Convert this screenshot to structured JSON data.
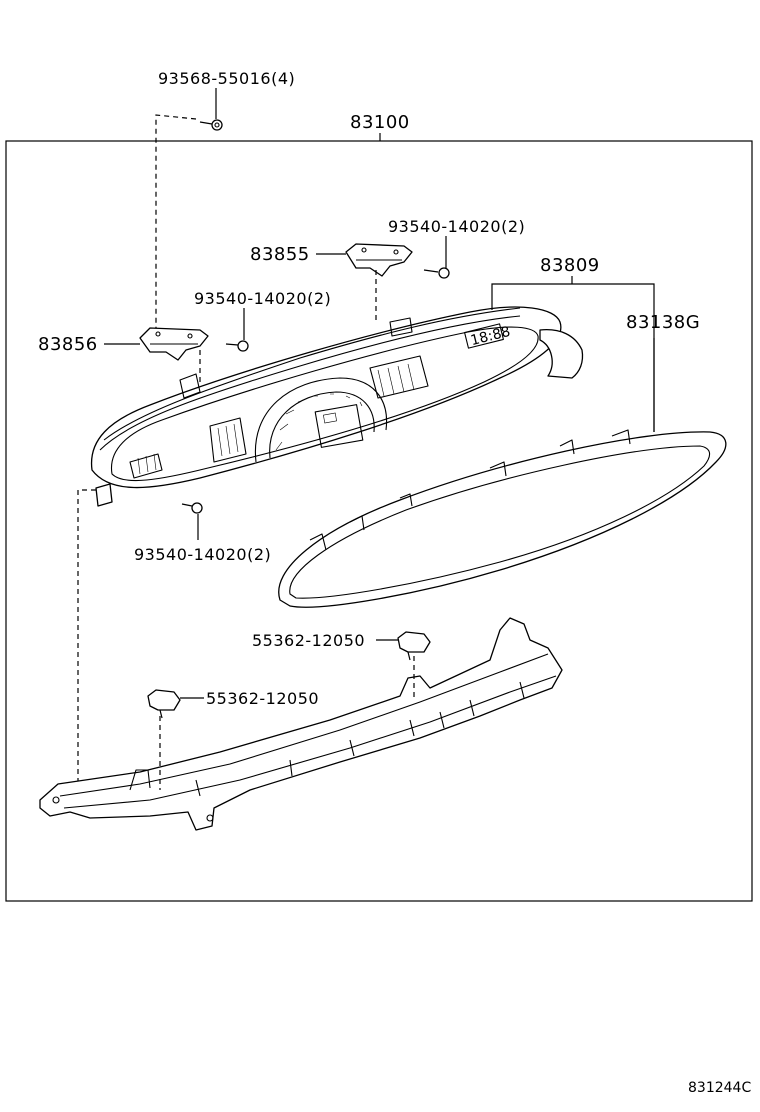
{
  "labels": {
    "assembly": "83100",
    "screw_top": "93568-55016(4)",
    "screw_right": "93540-14020(2)",
    "bracket_right": "83855",
    "screw_left": "93540-14020(2)",
    "bracket_left": "83856",
    "glass": "83809",
    "cover": "83138G",
    "screw_bottom": "93540-14020(2)",
    "clip_right": "55362-12050",
    "clip_left": "55362-12050"
  },
  "diagram_code": "831244C"
}
